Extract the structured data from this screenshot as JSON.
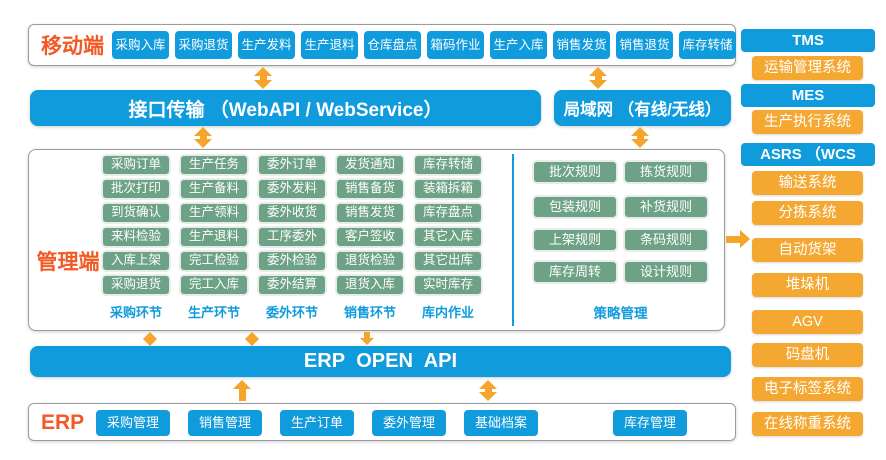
{
  "colors": {
    "blue": "#0f9bdc",
    "orange_arrow": "#f5a42c",
    "orange_box": "#f4a832",
    "green": "#6ea287",
    "label_red": "#f15a24",
    "border_gray": "#9b9b9b",
    "footer_blue": "#0f9bdc"
  },
  "mobile": {
    "label": "移动端",
    "buttons": [
      "采购入库",
      "采购退货",
      "生产发料",
      "生产退料",
      "仓库盘点",
      "箱码作业",
      "生产入库",
      "销售发货",
      "销售退货",
      "库存转储"
    ]
  },
  "interface_bar": {
    "label": "接口传输 （WebAPI / WebService）"
  },
  "lan_bar": {
    "label": "局域网 （有线/无线）"
  },
  "management": {
    "label": "管理端",
    "columns": [
      {
        "footer": "采购环节",
        "items": [
          "采购订单",
          "批次打印",
          "到货确认",
          "来料检验",
          "入库上架",
          "采购退货"
        ]
      },
      {
        "footer": "生产环节",
        "items": [
          "生产任务",
          "生产备料",
          "生产领料",
          "生产退料",
          "完工检验",
          "完工入库"
        ]
      },
      {
        "footer": "委外环节",
        "items": [
          "委外订单",
          "委外发料",
          "委外收货",
          "工序委外",
          "委外检验",
          "委外结算"
        ]
      },
      {
        "footer": "销售环节",
        "items": [
          "发货通知",
          "销售备货",
          "销售发货",
          "客户签收",
          "退货检验",
          "退货入库"
        ]
      },
      {
        "footer": "库内作业",
        "items": [
          "库存转储",
          "装箱拆箱",
          "库存盘点",
          "其它入库",
          "其它出库",
          "实时库存"
        ]
      }
    ],
    "strategy": {
      "footer": "策略管理",
      "items": [
        "批次规则",
        "拣货规则",
        "包装规则",
        "补货规则",
        "上架规则",
        "条码规则",
        "库存周转",
        "设计规则"
      ]
    }
  },
  "erp_api_bar": {
    "label": "ERP OPEN API"
  },
  "erp": {
    "label": "ERP",
    "buttons": [
      "采购管理",
      "销售管理",
      "生产订单",
      "委外管理",
      "基础档案",
      "库存管理"
    ]
  },
  "right_column": {
    "items": [
      {
        "label": "TMS",
        "type": "blue"
      },
      {
        "label": "运输管理系统",
        "type": "orange"
      },
      {
        "label": "MES",
        "type": "blue"
      },
      {
        "label": "生产执行系统",
        "type": "orange"
      },
      {
        "label": "ASRS （WCS",
        "type": "blue"
      },
      {
        "label": "输送系统",
        "type": "orange"
      },
      {
        "label": "分拣系统",
        "type": "orange"
      },
      {
        "label": "自动货架",
        "type": "orange"
      },
      {
        "label": "堆垛机",
        "type": "orange"
      },
      {
        "label": "AGV",
        "type": "orange"
      },
      {
        "label": "码盘机",
        "type": "orange"
      },
      {
        "label": "电子标签系统",
        "type": "orange"
      },
      {
        "label": "在线称重系统",
        "type": "orange"
      }
    ]
  }
}
